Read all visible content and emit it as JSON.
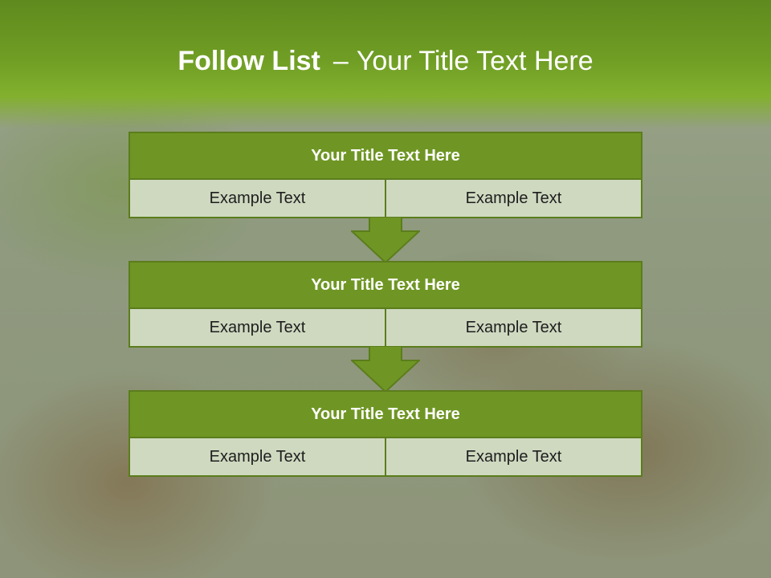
{
  "slide": {
    "title_bold": "Follow List",
    "title_separator": "–",
    "title_rest": "Your Title Text Here"
  },
  "steps": [
    {
      "title": "Your Title Text Here",
      "cells": [
        "Example Text",
        "Example Text"
      ]
    },
    {
      "title": "Your Title Text Here",
      "cells": [
        "Example Text",
        "Example Text"
      ]
    },
    {
      "title": "Your Title Text Here",
      "cells": [
        "Example Text",
        "Example Text"
      ]
    }
  ],
  "colors": {
    "header_green": "#6f9d24",
    "block_title": "#6f9624",
    "block_border": "#5b7d1c",
    "cell_fill": "#cfd9c0",
    "arrow_fill": "#6f9624"
  },
  "icons": {
    "connector": "down-arrow-icon"
  }
}
